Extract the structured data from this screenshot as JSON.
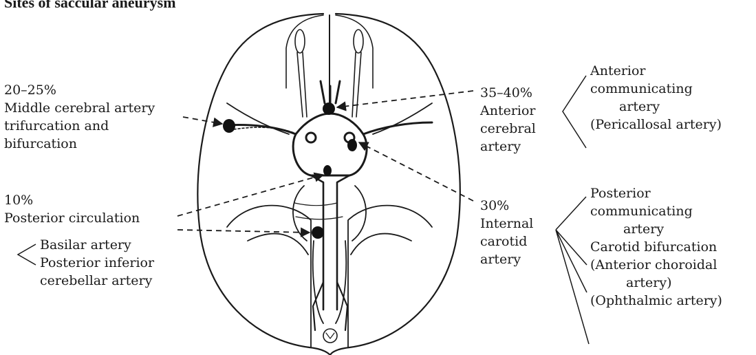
{
  "title": "Sites of saccular aneurysm",
  "labels": {
    "mca": {
      "percent": "20–25%",
      "lines": [
        "Middle cerebral artery",
        "trifurcation and",
        "bifurcation"
      ]
    },
    "posterior": {
      "percent": "10%",
      "heading": "Posterior circulation",
      "sub": [
        "Basilar artery",
        "Posterior inferior",
        "cerebellar artery"
      ]
    },
    "aca": {
      "percent": "35–40%",
      "lines": [
        "Anterior",
        "cerebral",
        "artery"
      ],
      "sub": [
        "Anterior",
        "communicating",
        "artery",
        "(Pericallosal artery)"
      ]
    },
    "ica": {
      "percent": "30%",
      "lines": [
        "Internal",
        "carotid",
        "artery"
      ],
      "sub": [
        "Posterior",
        "communicating",
        "artery",
        "Carotid bifurcation",
        "(Anterior choroidal",
        "artery)",
        "(Ophthalmic artery)"
      ]
    }
  }
}
